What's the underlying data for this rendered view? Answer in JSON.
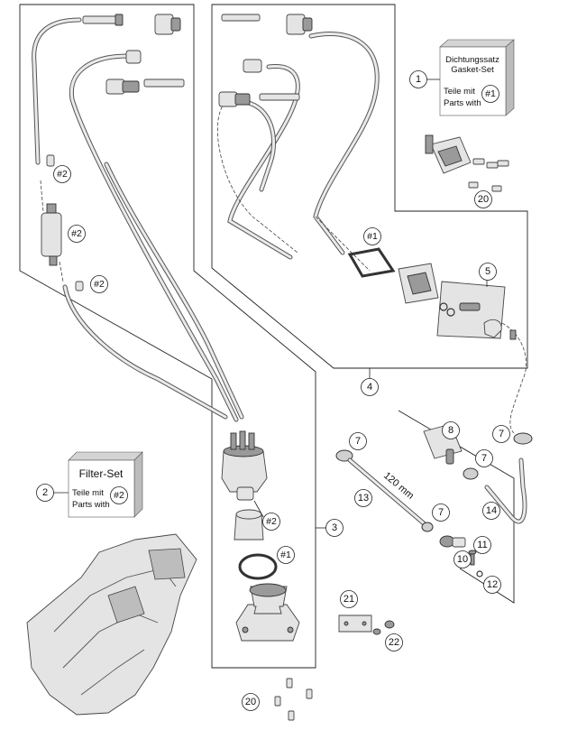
{
  "callouts": {
    "c1": "1",
    "c2": "2",
    "c3": "3",
    "c4": "4",
    "c5": "5",
    "c7a": "7",
    "c7b": "7",
    "c7c": "7",
    "c7d": "7",
    "c8": "8",
    "c10": "10",
    "c11": "11",
    "c12": "12",
    "c13": "13",
    "c14": "14",
    "c20a": "20",
    "c20b": "20",
    "c21": "21",
    "c22": "22"
  },
  "hash_refs": {
    "h2a": "#2",
    "h2b": "#2",
    "h2c": "#2",
    "h2d": "#2",
    "h1a": "#1",
    "h1b": "#1"
  },
  "kit_gasket": {
    "title_line1": "Dichtungssatz",
    "title_line2": "Gasket-Set",
    "parts_de": "Teile mit",
    "parts_en": "Parts with",
    "ref": "#1"
  },
  "kit_filter": {
    "title": "Filter-Set",
    "parts_de": "Teile mit",
    "parts_en": "Parts with",
    "ref": "#2"
  },
  "dimension_label": "120 mm"
}
